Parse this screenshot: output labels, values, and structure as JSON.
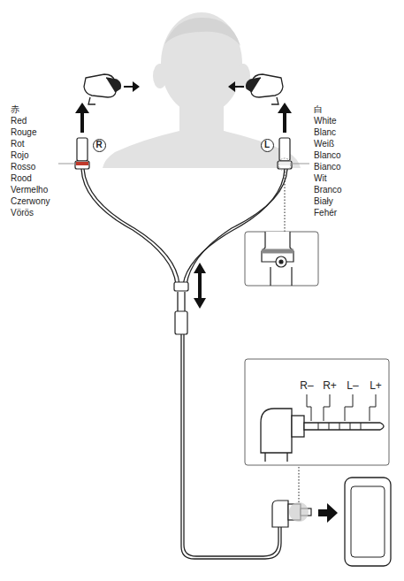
{
  "diagram": {
    "nodes": [
      {
        "text": [
          "R"
        ]
      },
      {
        "text": [
          "L"
        ]
      }
    ],
    "edges": [],
    "labels": [
      "赤",
      "Red",
      "Rouge",
      "Rot",
      "Rojo",
      "Rosso",
      "Rood",
      "Vermelho",
      "Czerwony",
      "Vörös",
      "白",
      "White",
      "Blanc",
      "Weiß",
      "Blanco",
      "Bianco",
      "Wit",
      "Branco",
      "Biały",
      "Fehér",
      "R–",
      "R+",
      "L–",
      "L+"
    ]
  }
}
